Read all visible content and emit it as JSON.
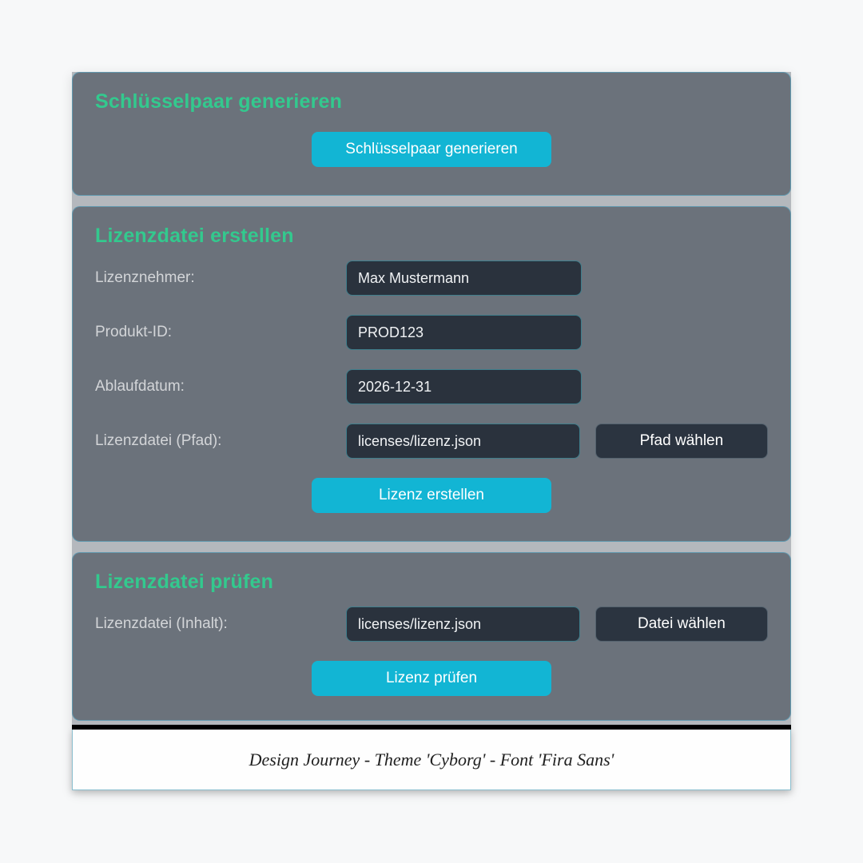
{
  "theme": {
    "accent_green": "#33c98e",
    "accent_cyan": "#12b5d4",
    "card_bg": "#6b727b",
    "card_border": "#5fa0b8",
    "window_gap_bg": "#b4b8bd",
    "input_bg": "#2a323d",
    "input_border": "#3f7e8c",
    "dark_button_bg": "#2b3440",
    "label_color": "#d3d5d8",
    "page_bg": "#f7f8f9",
    "divider_color": "#000000",
    "footer_bg": "#fefefe"
  },
  "sections": {
    "keypair": {
      "title": "Schlüsselpaar generieren",
      "generate_button_label": "Schlüsselpaar generieren"
    },
    "create": {
      "title": "Lizenzdatei erstellen",
      "rows": [
        {
          "label": "Lizenznehmer:",
          "value": "Max Mustermann"
        },
        {
          "label": "Produkt-ID:",
          "value": "PROD123"
        },
        {
          "label": "Ablaufdatum:",
          "value": "2026-12-31"
        },
        {
          "label": "Lizenzdatei (Pfad):",
          "value": "licenses/lizenz.json",
          "button_label": "Pfad wählen"
        }
      ],
      "submit_button_label": "Lizenz erstellen"
    },
    "verify": {
      "title": "Lizenzdatei prüfen",
      "rows": [
        {
          "label": "Lizenzdatei (Inhalt):",
          "value": "licenses/lizenz.json",
          "button_label": "Datei wählen"
        }
      ],
      "submit_button_label": "Lizenz prüfen"
    }
  },
  "footer": {
    "text": "Design Journey - Theme 'Cyborg' - Font 'Fira Sans'"
  }
}
